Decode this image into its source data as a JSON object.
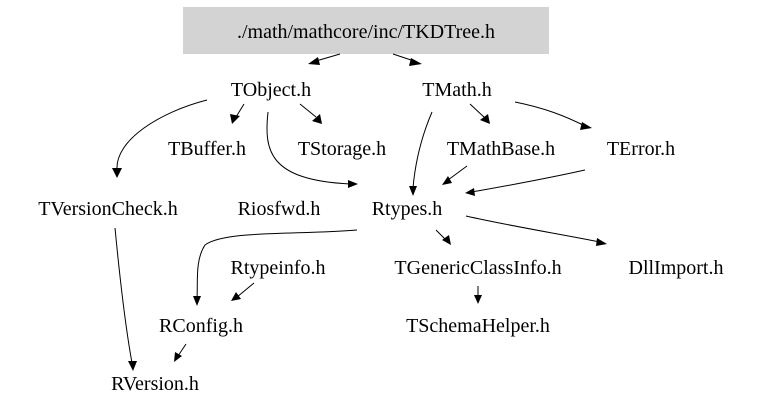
{
  "diagram": {
    "root": "./math/mathcore/inc/TKDTree.h",
    "root_fill": "#d3d3d3",
    "nodes": {
      "tkdtree": "./math/mathcore/inc/TKDTree.h",
      "tobject": "TObject.h",
      "tmath": "TMath.h",
      "tbuffer": "TBuffer.h",
      "tstorage": "TStorage.h",
      "tmathbase": "TMathBase.h",
      "terror": "TError.h",
      "tversioncheck": "TVersionCheck.h",
      "riosfwd": "Riosfwd.h",
      "rtypes": "Rtypes.h",
      "rtypeinfo": "Rtypeinfo.h",
      "tgenericclassinfo": "TGenericClassInfo.h",
      "dllimport": "DllImport.h",
      "rconfig": "RConfig.h",
      "tschemahelper": "TSchemaHelper.h",
      "rversion": "RVersion.h"
    },
    "edges": [
      [
        "tkdtree",
        "tobject"
      ],
      [
        "tkdtree",
        "tmath"
      ],
      [
        "tobject",
        "tbuffer"
      ],
      [
        "tobject",
        "tstorage"
      ],
      [
        "tobject",
        "tversioncheck"
      ],
      [
        "tobject",
        "rtypes"
      ],
      [
        "tmath",
        "tmathbase"
      ],
      [
        "tmath",
        "terror"
      ],
      [
        "tmath",
        "rtypes"
      ],
      [
        "tmathbase",
        "rtypes"
      ],
      [
        "terror",
        "rtypes"
      ],
      [
        "tversioncheck",
        "rversion"
      ],
      [
        "rtypes",
        "rconfig"
      ],
      [
        "rtypes",
        "tgenericclassinfo"
      ],
      [
        "rtypes",
        "dllimport"
      ],
      [
        "rtypeinfo",
        "rconfig"
      ],
      [
        "tgenericclassinfo",
        "tschemahelper"
      ],
      [
        "rconfig",
        "rversion"
      ]
    ]
  }
}
